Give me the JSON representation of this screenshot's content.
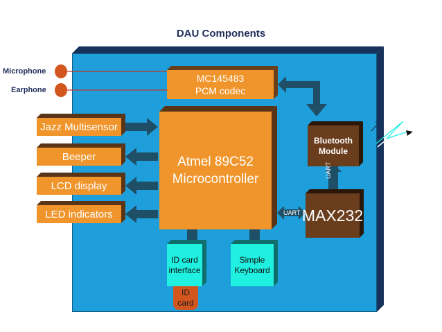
{
  "title": "DAU Components",
  "external": {
    "microphone": "Microphone",
    "earphone": "Earphone"
  },
  "blocks": {
    "codec_line1": "MC145483",
    "codec_line2": "PCM codec",
    "mcu_line1": "Atmel 89C52",
    "mcu_line2": "Microcontroller",
    "jazz": "Jazz Multisensor",
    "beeper": "Beeper",
    "lcd": "LCD display",
    "led": "LED indicators",
    "bt_line1": "Bluetooth",
    "bt_line2": "Module",
    "max232": "MAX232",
    "idcard_if_line1": "ID card",
    "idcard_if_line2": "interface",
    "keyboard_line1": "Simple",
    "keyboard_line2": "Keyboard",
    "idcard_line1": "ID",
    "idcard_line2": "card"
  },
  "links": {
    "uart_horizontal": "UART",
    "uart_vertical": "UART"
  },
  "colors": {
    "board": "#1e9fdb",
    "block_orange": "#f0952b",
    "block_cyan": "#1ff0e0",
    "block_brown": "#6a3d1d",
    "arrow": "#1f4f66"
  }
}
